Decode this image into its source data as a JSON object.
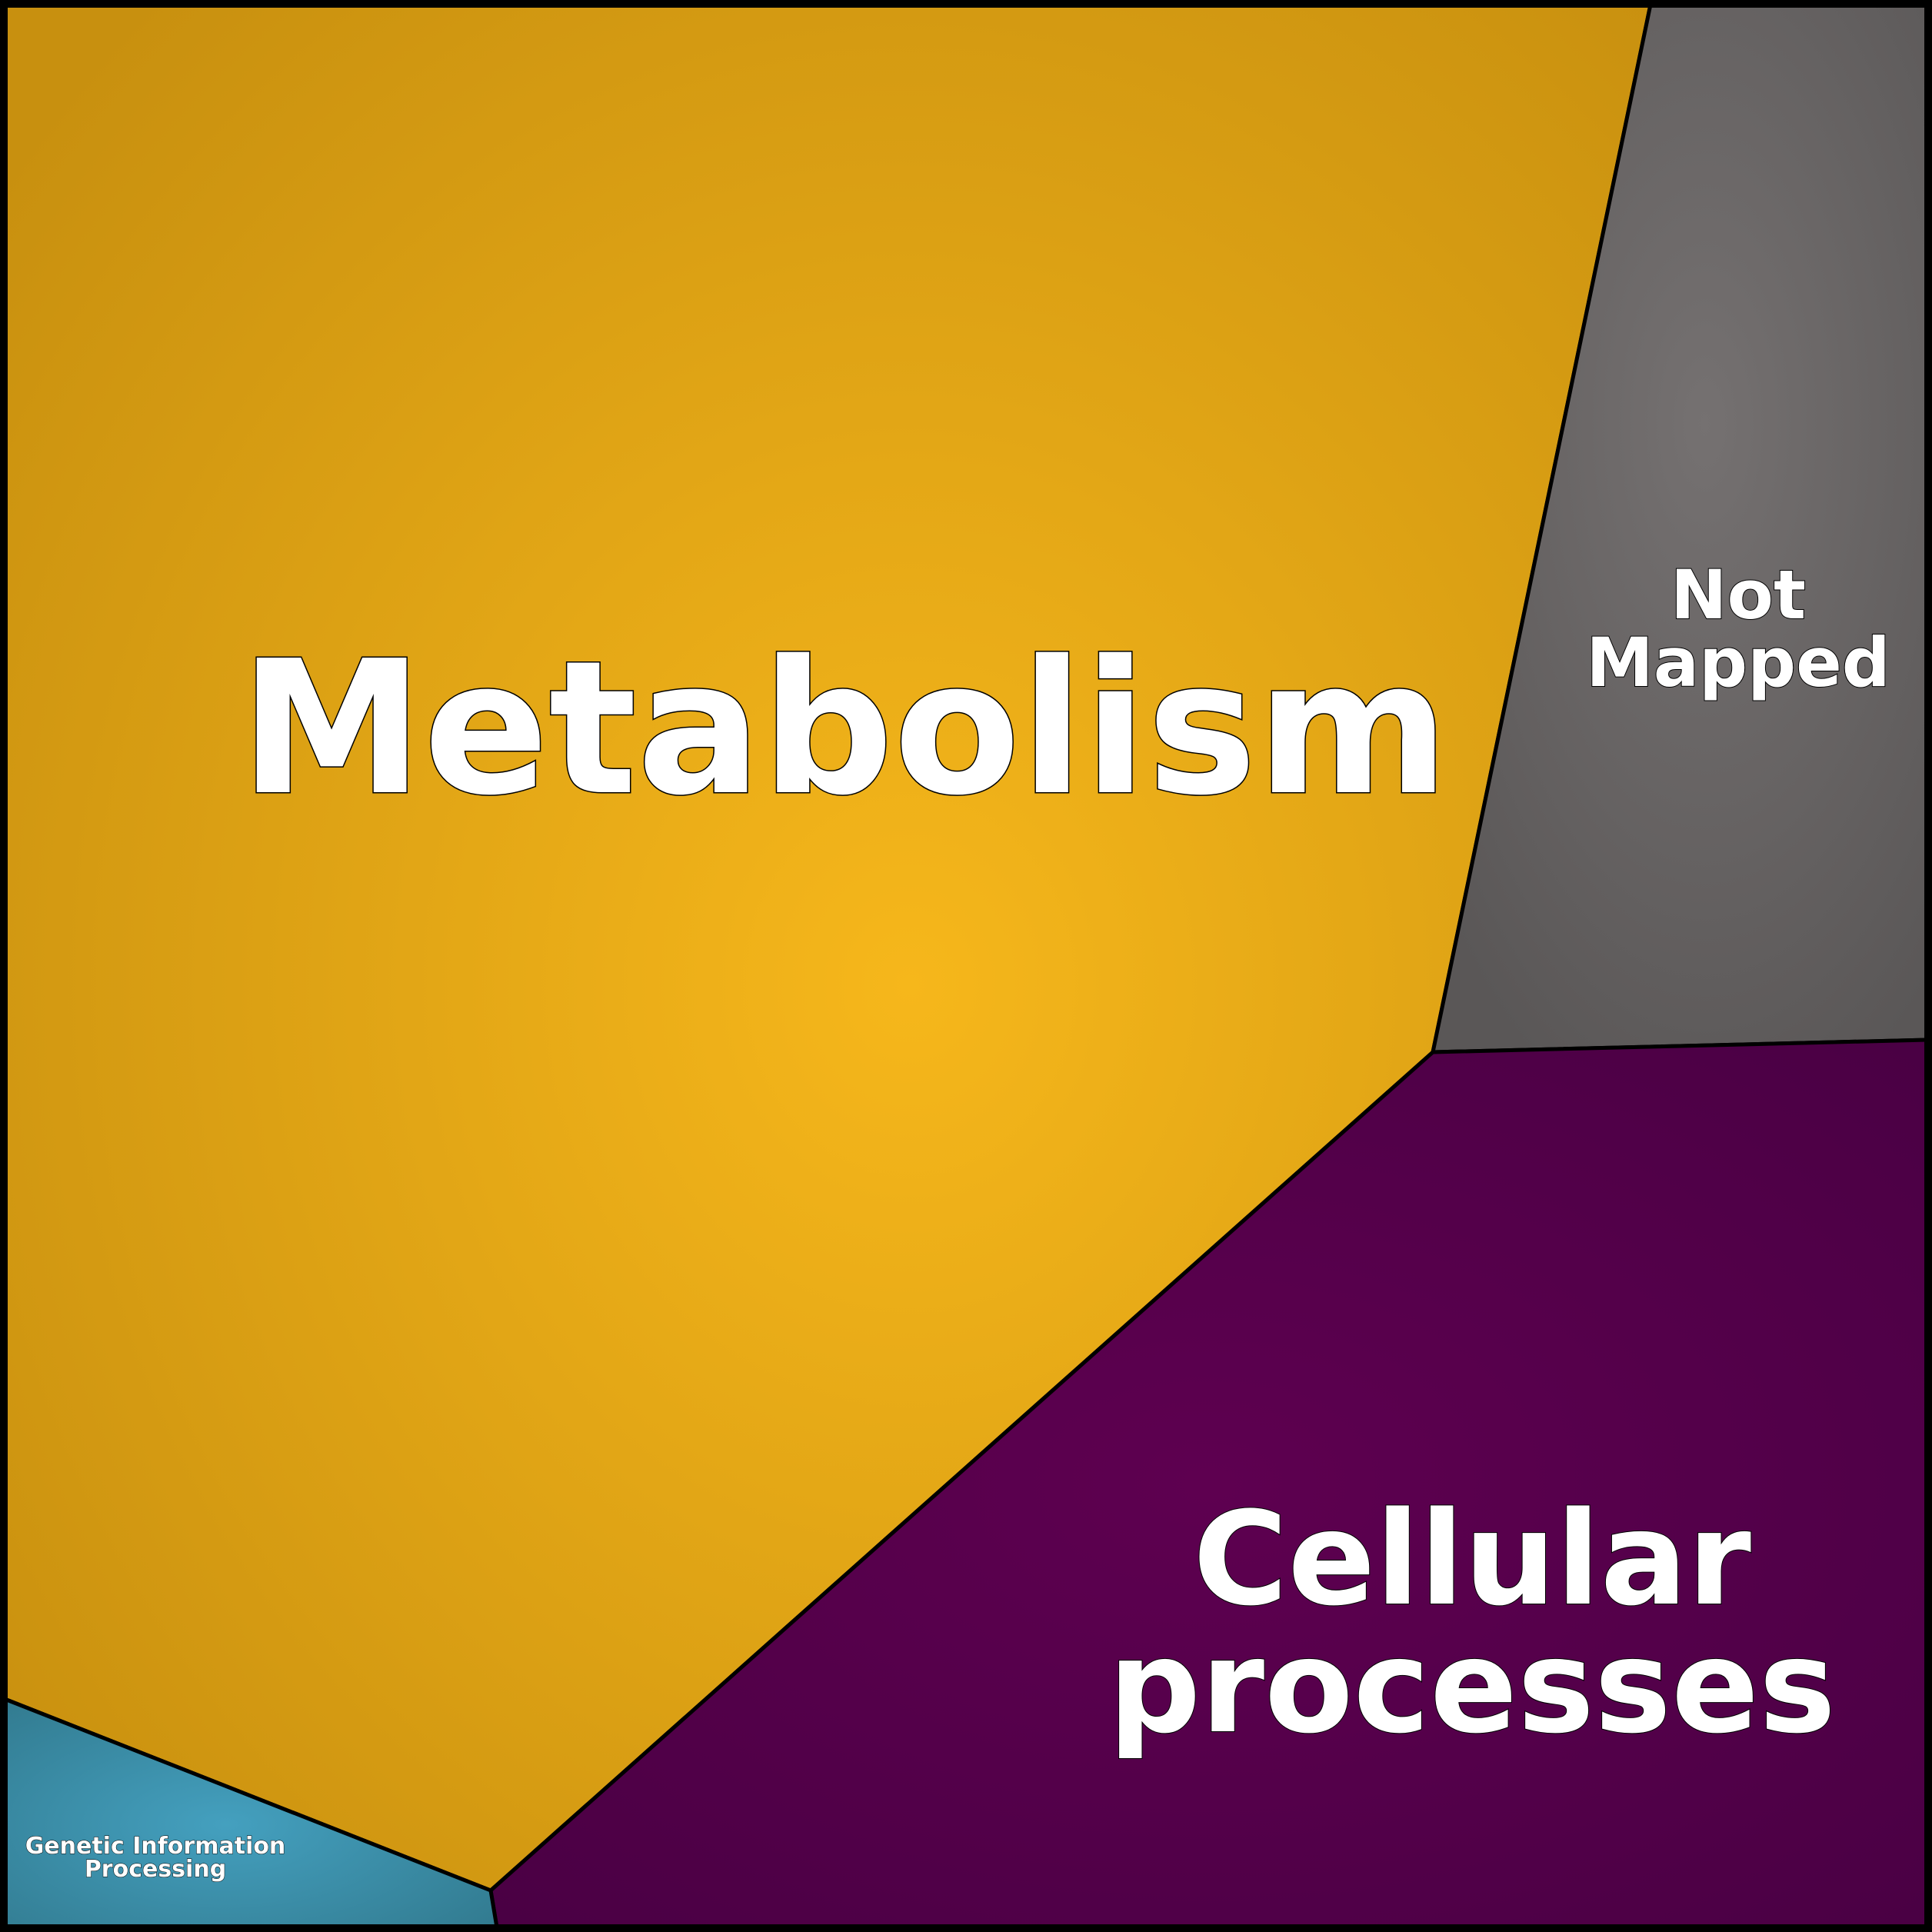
{
  "diagram": {
    "type": "voronoi-treemap",
    "regions": [
      {
        "id": "metabolism",
        "label_lines": [
          "Metabolism"
        ],
        "color_center": "#f6b71b",
        "color_edge": "#c8900f"
      },
      {
        "id": "not-mapped",
        "label_lines": [
          "Not",
          "Mapped"
        ],
        "color_center": "#757171",
        "color_edge": "#5a5757"
      },
      {
        "id": "cellular-processes",
        "label_lines": [
          "Cellular",
          "processes"
        ],
        "color_center": "#5e0050",
        "color_edge": "#4a0044"
      },
      {
        "id": "genetic-information-processing",
        "label_lines": [
          "Genetic Information",
          "Processing"
        ],
        "color_center": "#44a0bf",
        "color_edge": "#327b90"
      }
    ],
    "border_color": "#000000"
  }
}
